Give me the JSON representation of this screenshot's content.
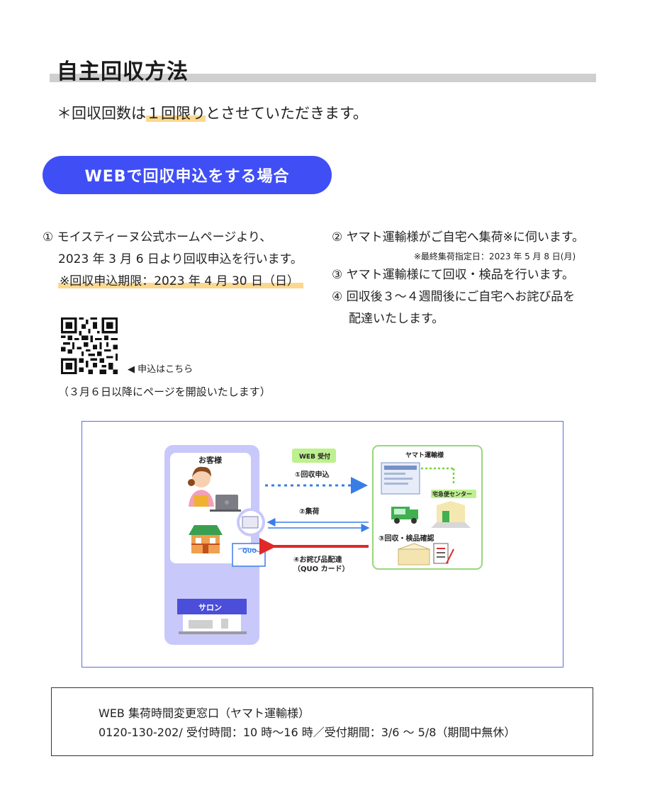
{
  "header": {
    "title": "自主回収方法",
    "note_prefix": "＊回収回数は",
    "note_highlight": "１回限り",
    "note_suffix": "とさせていただきます。"
  },
  "web_section": {
    "label": "WEBで回収申込をする場合"
  },
  "left_steps": {
    "line1": "① モイスティーヌ公式ホームページより、",
    "line2": "2023 年 3 月 6 日より回収申込を行います。",
    "deadline": "※回収申込期限：2023 年 4 月 30 日（日）"
  },
  "qr": {
    "label": "◀ 申込はこちら",
    "note": "（３月６日以降にページを開設いたします）"
  },
  "right_steps": {
    "step2": "② ヤマト運輸様がご自宅へ集荷※に伺います。",
    "step2_note": "※最終集荷指定日：2023 年 5 月 8 日(月)",
    "step3": "③ ヤマト運輸様にて回収・検品を行います。",
    "step4_line1": "④ 回収後３～４週間後にご自宅へお詫び品を",
    "step4_line2": "配達いたします。"
  },
  "diagram": {
    "customer_label": "お客様",
    "salon_label": "サロン",
    "web_badge": "WEB 受付",
    "yamato_label": "ヤマト運輸様",
    "center_label": "宅急便センター",
    "flow1": "①回収申込",
    "flow2": "②集荷",
    "flow3": "③回収・検品確認",
    "flow4_line1": "④お詫び品配達",
    "flow4_line2": "（QUO カード）",
    "quo_text": "QUO",
    "colors": {
      "panel": "#c8c8fa",
      "blue_arrow": "#3a7de6",
      "red_arrow": "#e02828",
      "green_border": "#9ad67a",
      "salon_sign": "#4a4ed8"
    }
  },
  "contact": {
    "line1": "WEB 集荷時間変更窓口（ヤマト運輸様）",
    "line2": "0120-130-202/ 受付時間：10 時～16 時／受付期間：3/6 ～ 5/8（期間中無休）"
  }
}
